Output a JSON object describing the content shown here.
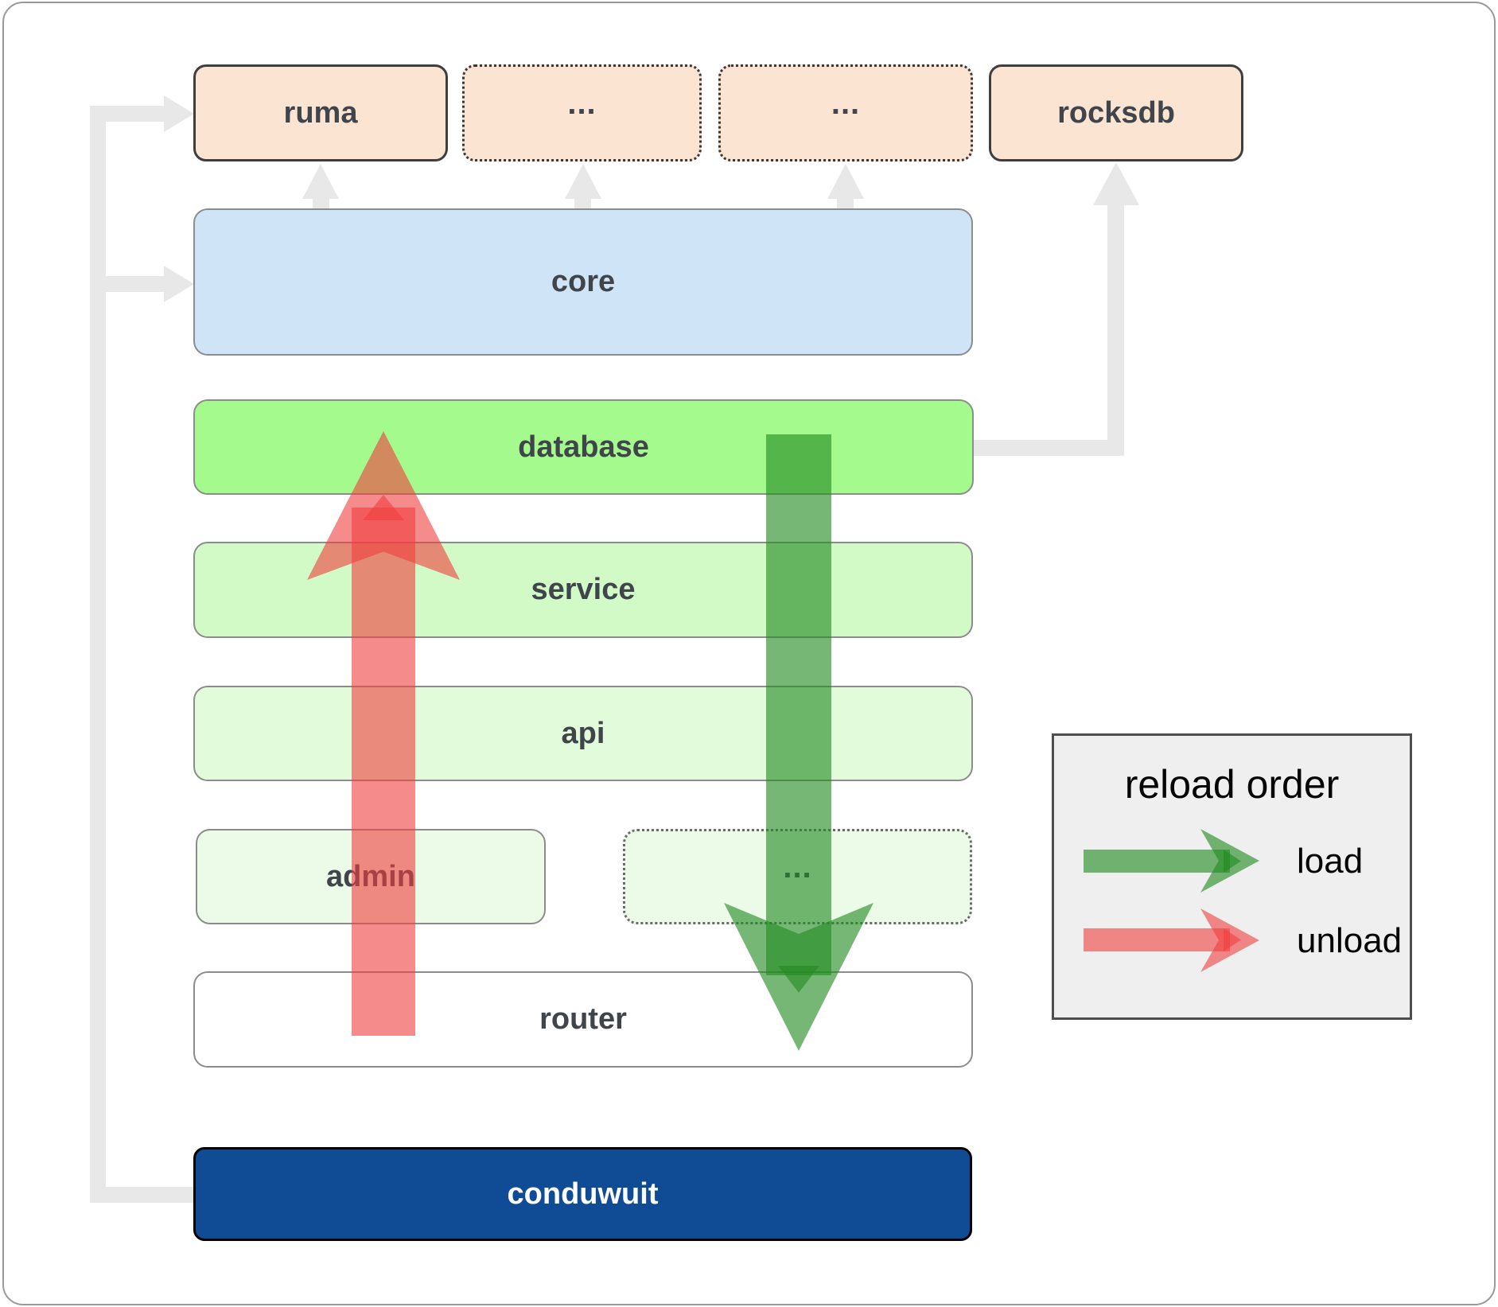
{
  "boxes": {
    "ruma": {
      "label": "ruma"
    },
    "ext1": {
      "label": "..."
    },
    "ext2": {
      "label": "..."
    },
    "rocksdb": {
      "label": "rocksdb"
    },
    "core": {
      "label": "core"
    },
    "database": {
      "label": "database"
    },
    "service": {
      "label": "service"
    },
    "api": {
      "label": "api"
    },
    "admin": {
      "label": "admin"
    },
    "admin_ext": {
      "label": "..."
    },
    "router": {
      "label": "router"
    },
    "conduwuit": {
      "label": "conduwuit"
    }
  },
  "legend": {
    "title": "reload order",
    "load_label": "load",
    "unload_label": "unload"
  },
  "colors": {
    "load_arrow": "#228b22",
    "unload_arrow": "#f03e3e",
    "box_peach": "#fce4d3",
    "box_core": "#d0e4f7",
    "box_database": "#a5fa8d",
    "box_service": "#d1fac6",
    "box_api": "#e2fcdb",
    "box_admin": "#ecfae8",
    "box_router": "#ffffff",
    "box_app": "#104b96",
    "connector_gray": "#e8e8e8",
    "legend_bg": "#efefef"
  }
}
